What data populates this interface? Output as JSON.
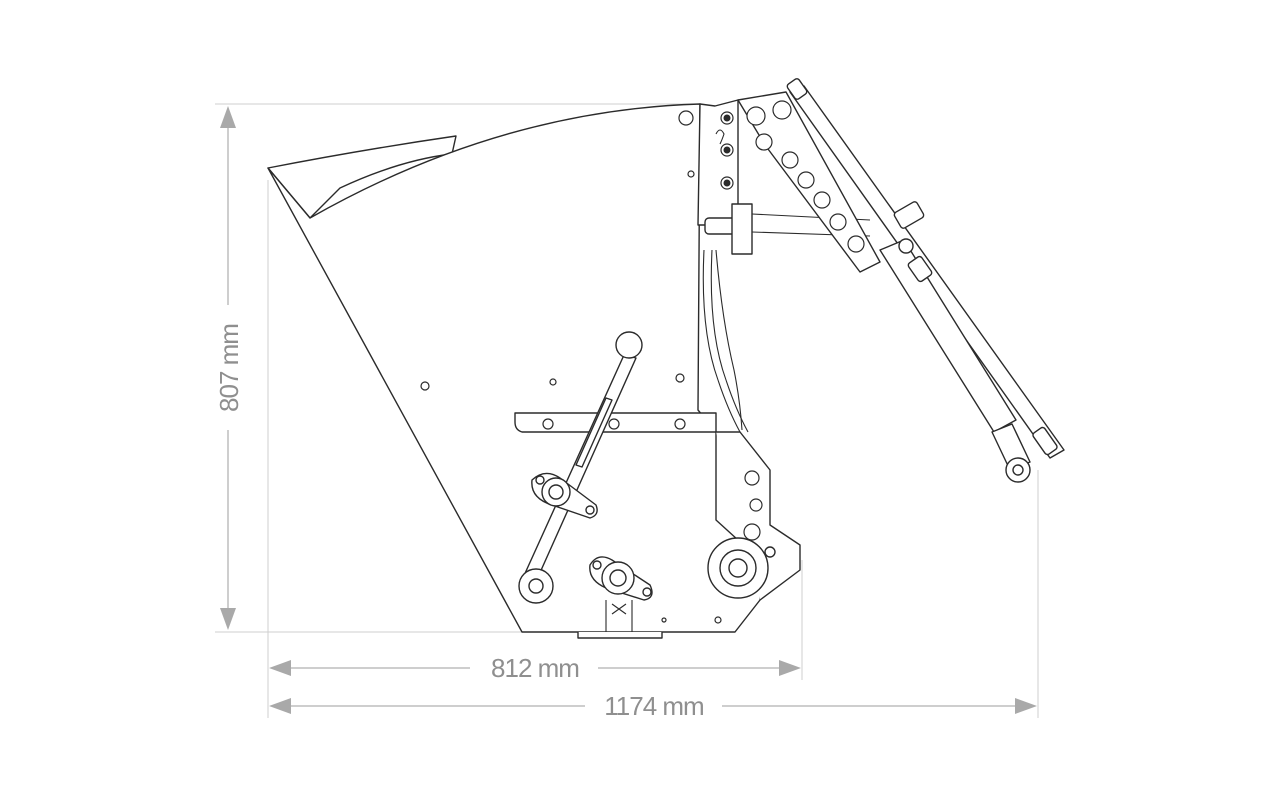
{
  "dimensions": {
    "height_label": "807 mm",
    "width_body_label": "812 mm",
    "width_total_label": "1174 mm"
  },
  "colors": {
    "dimension_lines": "#bdbdbd",
    "dimension_text": "#8f8f8f",
    "drawing_stroke": "#2b2b2b",
    "background": "#ffffff"
  }
}
